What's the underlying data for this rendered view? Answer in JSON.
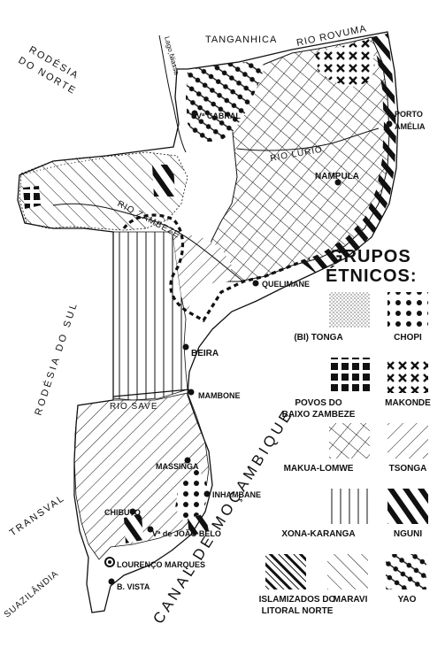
{
  "map": {
    "countries": {
      "rodesia_norte_l1": "RODÉSIA",
      "rodesia_norte_l2": "DO NORTE",
      "tanganhica": "TANGANHICA",
      "rodesia_sul": "RODÉSIA DO SUL",
      "transval": "TRANSVAL",
      "suazilandia": "SUAZILÂNDIA"
    },
    "water": {
      "lago_niassa": "Lago Niassa",
      "rio_rovuma": "RIO ROVUMA",
      "rio_lurio": "RIO LÚRIO",
      "rio_zambeze": "RIO ZAMBEZE",
      "rio_save": "RIO SAVE",
      "canal": "CANAL DE MOÇAMBIQUE"
    },
    "cities": {
      "porto_amelia_l1": "PORTO",
      "porto_amelia_l2": "AMÉLIA",
      "vila_cabral": "Vª CABRAL",
      "nampula": "NAMPULA",
      "quelimane": "QUELIMANE",
      "beira": "BEIRA",
      "mambone": "MAMBONE",
      "massinga": "MASSINGA",
      "inhambane": "INHAMBANE",
      "chibuto": "CHIBUTO",
      "vila_joao_belo": "Vª de JOÃO BELO",
      "lourenco_marques": "LOURENÇO MARQUES",
      "boa_vista": "B. VISTA"
    }
  },
  "legend": {
    "title_l1": "GRUPOS",
    "title_l2": "ÉTNICOS:",
    "items": [
      {
        "key": "tonga",
        "pattern": "stipple",
        "label_l1": "(BI) TONGA",
        "label_l2": ""
      },
      {
        "key": "chopi",
        "pattern": "dots",
        "label_l1": "CHOPI",
        "label_l2": ""
      },
      {
        "key": "baixo_zambeze",
        "pattern": "squares",
        "label_l1": "POVOS DO",
        "label_l2": "BAIXO ZAMBEZE"
      },
      {
        "key": "makonde",
        "pattern": "crosses",
        "label_l1": "MAKONDE",
        "label_l2": ""
      },
      {
        "key": "makua_lomwe",
        "pattern": "grid",
        "label_l1": "MAKUA-LOMWE",
        "label_l2": ""
      },
      {
        "key": "tsonga",
        "pattern": "diag-fwd",
        "label_l1": "TSONGA",
        "label_l2": ""
      },
      {
        "key": "xona_karanga",
        "pattern": "vertical",
        "label_l1": "XONA-KARANGA",
        "label_l2": ""
      },
      {
        "key": "nguni",
        "pattern": "thick-stripes",
        "label_l1": "NGUNI",
        "label_l2": ""
      },
      {
        "key": "islamizados",
        "pattern": "bold-diag",
        "label_l1": "ISLAMIZADOS DO",
        "label_l2": "LITORAL NORTE"
      },
      {
        "key": "yao",
        "pattern": "dotted-lines",
        "label_l1": "YAO",
        "label_l2": ""
      },
      {
        "key": "maravi",
        "pattern": "diag-back",
        "label_l1": "MARAVI",
        "label_l2": ""
      }
    ]
  }
}
